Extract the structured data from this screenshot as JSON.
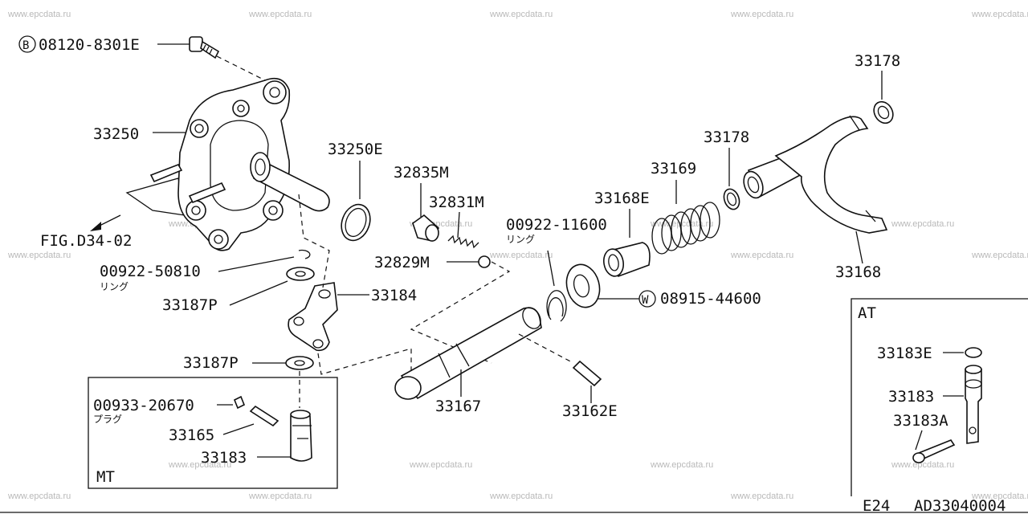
{
  "watermark": "www.epcdata.ru",
  "labels": {
    "bolt": "08120-8301E",
    "bolt_prefix": "B",
    "housing": "33250",
    "oring": "33250E",
    "plug_m": "32835M",
    "spring_m": "32831M",
    "ball_m": "32829M",
    "fig_ref": "FIG.D34-02",
    "ring_small": "00922-50810",
    "ring_small_sub": "リング",
    "washer_p1": "33187P",
    "lever": "33184",
    "washer_p2": "33187P",
    "ring_mid": "00922-11600",
    "ring_mid_sub": "リング",
    "washer_w": "08915-44600",
    "washer_w_prefix": "W",
    "sleeve": "33168E",
    "spring": "33169",
    "ring_178a": "33178",
    "ring_178b": "33178",
    "fork": "33168",
    "shaft": "33167",
    "pin": "33162E",
    "plug_mt": "00933-20670",
    "plug_mt_sub": "プラグ",
    "pin_mt": "33165",
    "lever_mt": "33183",
    "mt_tag": "MT",
    "at_tag": "AT",
    "at_plug": "33183E",
    "at_lever": "33183",
    "at_bolt": "33183A",
    "footer_left": "E24",
    "footer_right": "AD33040004"
  }
}
